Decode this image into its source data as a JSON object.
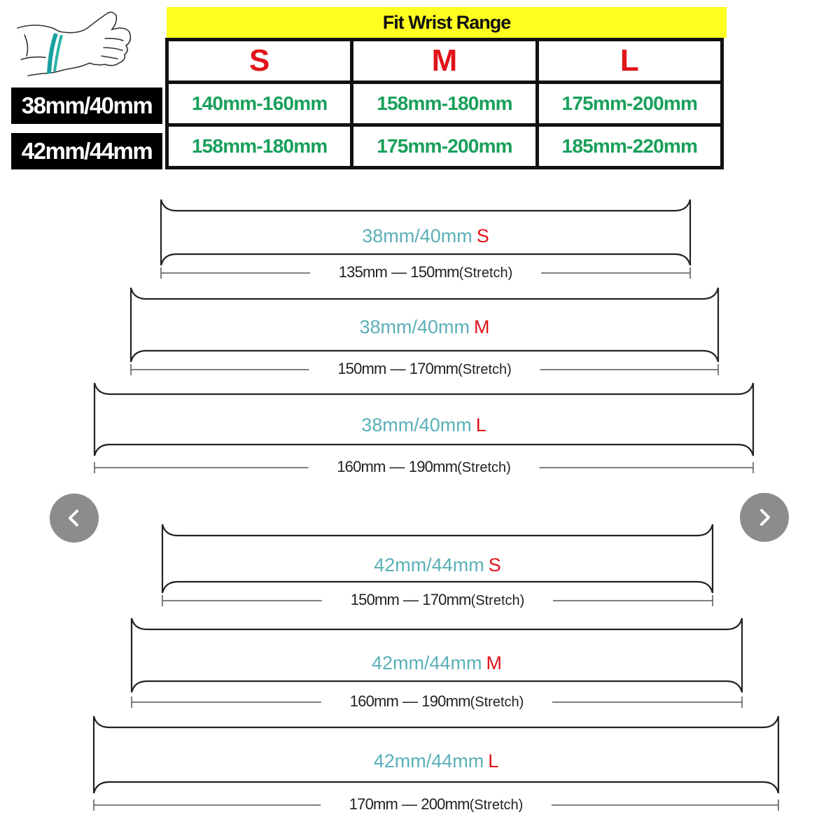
{
  "fit_title": "Fit Wrist Range",
  "sizes": [
    "S",
    "M",
    "L"
  ],
  "rows": [
    {
      "label": "38mm/40mm",
      "ranges": [
        "140mm-160mm",
        "158mm-180mm",
        "175mm-200mm"
      ]
    },
    {
      "label": "42mm/44mm",
      "ranges": [
        "158mm-180mm",
        "175mm-200mm",
        "185mm-220mm"
      ]
    }
  ],
  "bands": [
    {
      "label": "38mm/40mm",
      "size": "S",
      "min": "135mm",
      "max": "150mm",
      "stretch": "(Stretch)"
    },
    {
      "label": "38mm/40mm",
      "size": "M",
      "min": "150mm",
      "max": "170mm",
      "stretch": "(Stretch)"
    },
    {
      "label": "38mm/40mm",
      "size": "L",
      "min": "160mm",
      "max": "190mm",
      "stretch": "(Stretch)"
    },
    {
      "label": "42mm/44mm",
      "size": "S",
      "min": "150mm",
      "max": "170mm",
      "stretch": "(Stretch)"
    },
    {
      "label": "42mm/44mm",
      "size": "M",
      "min": "160mm",
      "max": "190mm",
      "stretch": "(Stretch)"
    },
    {
      "label": "42mm/44mm",
      "size": "L",
      "min": "170mm",
      "max": "200mm",
      "stretch": "(Stretch)"
    }
  ],
  "dash": "—",
  "icons": {
    "prev": "chevron-left-icon",
    "next": "chevron-right-icon",
    "wrist": "wrist-icon"
  },
  "colors": {
    "header_bg": "#ffff1f",
    "size_red": "#e0141a",
    "range_green": "#18a05a",
    "band_teal": "#5bb0b8",
    "nav_gray": "#8c8c8c"
  }
}
